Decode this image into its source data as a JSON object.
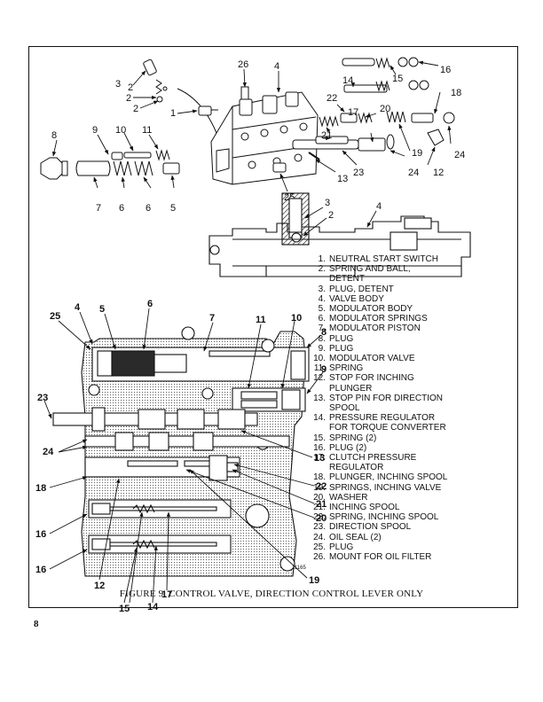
{
  "legend": [
    {
      "num": "1.",
      "text": "NEUTRAL START SWITCH"
    },
    {
      "num": "2.",
      "text": "SPRING AND BALL, DETENT"
    },
    {
      "num": "3.",
      "text": "PLUG, DETENT"
    },
    {
      "num": "4.",
      "text": "VALVE BODY"
    },
    {
      "num": "5.",
      "text": "MODULATOR BODY"
    },
    {
      "num": "6.",
      "text": "MODULATOR SPRINGS"
    },
    {
      "num": "7.",
      "text": "MODULATOR PISTON"
    },
    {
      "num": "8.",
      "text": "PLUG"
    },
    {
      "num": "9.",
      "text": "PLUG"
    },
    {
      "num": "10.",
      "text": "MODULATOR VALVE"
    },
    {
      "num": "11.",
      "text": "SPRING"
    },
    {
      "num": "12.",
      "text": "STOP FOR INCHING PLUNGER"
    },
    {
      "num": "13.",
      "text": "STOP PIN FOR DIRECTION SPOOL"
    },
    {
      "num": "14.",
      "text": "PRESSURE REGULATOR FOR TORQUE CONVERTER"
    },
    {
      "num": "15.",
      "text": "SPRING (2)"
    },
    {
      "num": "16.",
      "text": "PLUG (2)"
    },
    {
      "num": "17.",
      "text": "CLUTCH PRESSURE REGULATOR"
    },
    {
      "num": "18.",
      "text": "PLUNGER, INCHING SPOOL"
    },
    {
      "num": "19.",
      "text": "SPRINGS, INCHING VALVE"
    },
    {
      "num": "20.",
      "text": "WASHER"
    },
    {
      "num": "21.",
      "text": "INCHING SPOOL"
    },
    {
      "num": "22.",
      "text": "SPRING, INCHING SPOOL"
    },
    {
      "num": "23.",
      "text": "DIRECTION SPOOL"
    },
    {
      "num": "24.",
      "text": "OIL SEAL (2)"
    },
    {
      "num": "25.",
      "text": "PLUG"
    },
    {
      "num": "26.",
      "text": "MOUNT FOR OIL FILTER"
    }
  ],
  "caption": "FIGURE 9. CONTROL VALVE, DIRECTION CONTROL LEVER ONLY",
  "page_number": "8",
  "drawing_number": "11165",
  "callouts": {
    "c1": "1",
    "c2a": "2",
    "c2b": "2",
    "c2c": "2",
    "c3": "3",
    "c4": "4",
    "c5": "5",
    "c6a": "6",
    "c6b": "6",
    "c7": "7",
    "c8": "8",
    "c9": "9",
    "c10": "10",
    "c11": "11",
    "c12": "12",
    "c13": "13",
    "c14": "14",
    "c15": "15",
    "c16": "16",
    "c17": "17",
    "c18": "18",
    "c19": "19",
    "c20": "20",
    "c21": "21",
    "c22": "22",
    "c23": "23",
    "c24a": "24",
    "c24b": "24",
    "c25": "25",
    "c26": "26",
    "d2": "2",
    "d3": "3",
    "d4": "4",
    "s4": "4",
    "s5": "5",
    "s6": "6",
    "s7": "7",
    "s8": "8",
    "s9": "9",
    "s10": "10",
    "s11": "11",
    "s12": "12",
    "s13": "13",
    "s14": "14",
    "s15": "15",
    "s16a": "16",
    "s16b": "16",
    "s17": "17",
    "s18": "18",
    "s19": "19",
    "s20": "20",
    "s21": "21",
    "s22": "22",
    "s23": "23",
    "s24": "24",
    "s25": "25"
  }
}
